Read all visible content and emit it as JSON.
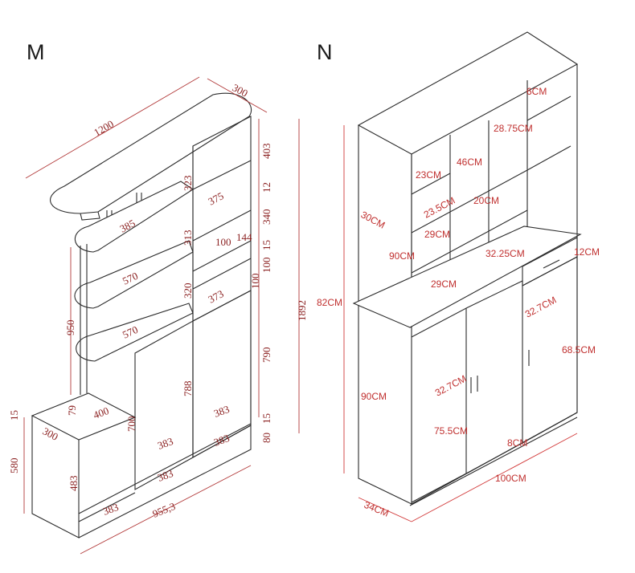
{
  "panels": {
    "m": {
      "letter": "M"
    },
    "n": {
      "letter": "N"
    }
  },
  "m_dims": {
    "width_top": "1200",
    "depth_top": "300",
    "shelf1": "385",
    "shelf2": "570",
    "shelf3": "570",
    "h950": "950",
    "h323": "323",
    "h313": "313",
    "h320": "320",
    "h375": "375",
    "h100": "100",
    "h144": "144",
    "h373": "373",
    "r403": "403",
    "r12a": "12",
    "r340": "340",
    "r15a": "15",
    "r100": "100",
    "r100b": "100",
    "r790": "790",
    "r15b": "15",
    "r80": "80",
    "total": "1892",
    "door788": "788",
    "door700": "700",
    "d400": "400",
    "d79": "79",
    "d300": "300",
    "h580": "580",
    "h483": "483",
    "b15": "15",
    "w383a": "383",
    "w383b": "383",
    "w383c": "383",
    "w383d": "383",
    "w383e": "383",
    "total_w": "955,3"
  },
  "n_dims": {
    "c6": "6CM",
    "c2875": "28.75CM",
    "c46": "46CM",
    "c23": "23CM",
    "c20": "20CM",
    "c235": "23.5CM",
    "c30": "30CM",
    "c29a": "29CM",
    "c90top": "90CM",
    "c3225": "32.25CM",
    "c12": "12CM",
    "c29b": "29CM",
    "c82": "82CM",
    "c327a": "32.7CM",
    "c685": "68.5CM",
    "c90bot": "90CM",
    "c327b": "32.7CM",
    "c755": "75.5CM",
    "c8": "8CM",
    "c100": "100CM",
    "c34": "34CM"
  }
}
